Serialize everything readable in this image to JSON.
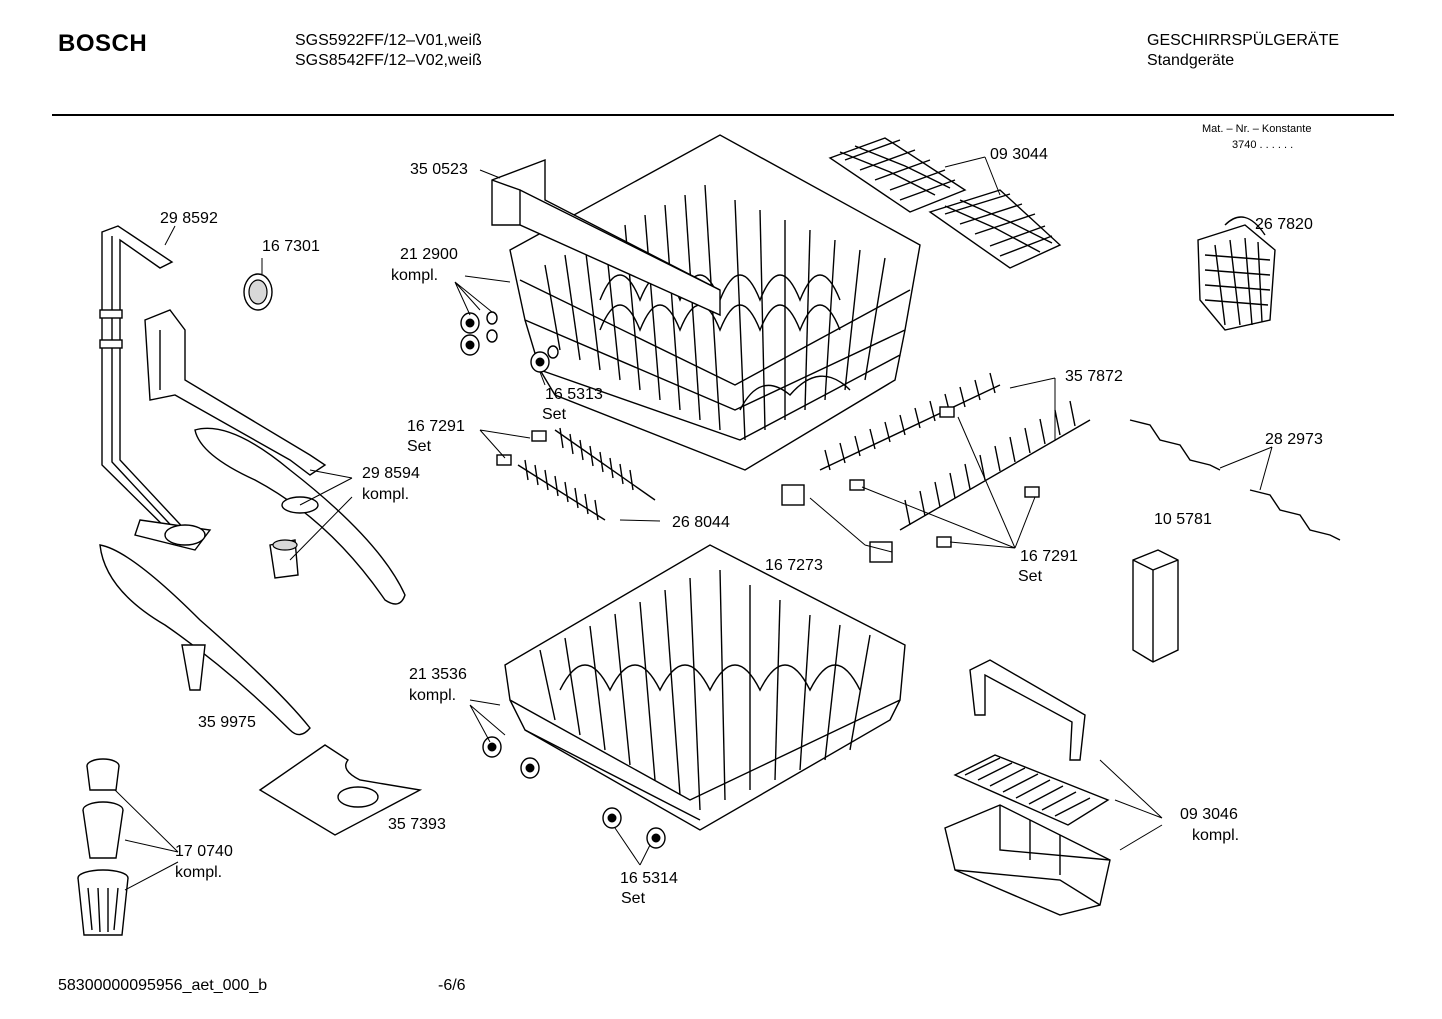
{
  "header": {
    "brand": "BOSCH",
    "model_1": "SGS5922FF/12–V01,weiß",
    "model_2": "SGS8542FF/12–V02,weiß",
    "category": "GESCHIRRSPÜLGERÄTE",
    "subcategory": "Standgeräte",
    "matnr_label": "Mat. – Nr. – Konstante",
    "matnr_value": "3740  .  .    .  .  .  ."
  },
  "parts": {
    "p350523": "35 0523",
    "p093044": "09 3044",
    "p298592": "29 8592",
    "p167301": "16 7301",
    "p212900": "21 2900",
    "p212900_note": "kompl.",
    "p267820": "26 7820",
    "p165313": "16 5313",
    "p165313_note": "Set",
    "p357872": "35 7872",
    "p167291a": "16 7291",
    "p167291a_note": "Set",
    "p282973": "28 2973",
    "p298594": "29 8594",
    "p298594_note": "kompl.",
    "p268044": "26 8044",
    "p105781": "10 5781",
    "p167273": "16 7273",
    "p167291b": "16 7291",
    "p167291b_note": "Set",
    "p213536": "21 3536",
    "p213536_note": "kompl.",
    "p359975": "35 9975",
    "p357393": "35 7393",
    "p093046": "09 3046",
    "p093046_note": "kompl.",
    "p170740": "17 0740",
    "p170740_note": "kompl.",
    "p165314": "16 5314",
    "p165314_note": "Set"
  },
  "footer": {
    "doc_id": "58300000095956_aet_000_b",
    "page": "-6/6"
  }
}
